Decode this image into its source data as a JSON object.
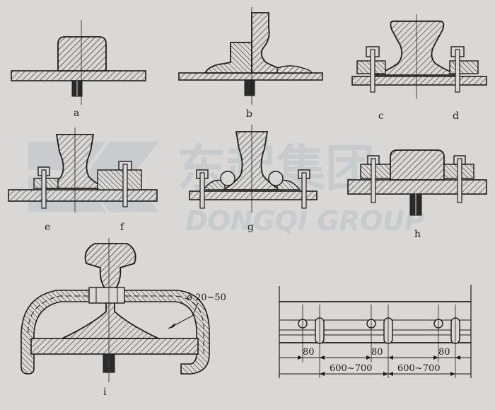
{
  "labels": {
    "a": "a",
    "b": "b",
    "c": "c",
    "d": "d",
    "e": "e",
    "f": "f",
    "g": "g",
    "h": "h",
    "i": "i"
  },
  "dimension": {
    "diameter": "ø 20~50",
    "hole_spacing_1": "80",
    "hole_spacing_2": "80",
    "hole_spacing_3": "80",
    "pitch_1": "600~700",
    "pitch_2": "600~700"
  },
  "watermark": {
    "cn": "东起集团",
    "en": "DONGQI GROUP"
  },
  "colors": {
    "ink": "#1d1d1d",
    "paper": "#d9d8d6",
    "watermark": "#b8c2c8"
  }
}
